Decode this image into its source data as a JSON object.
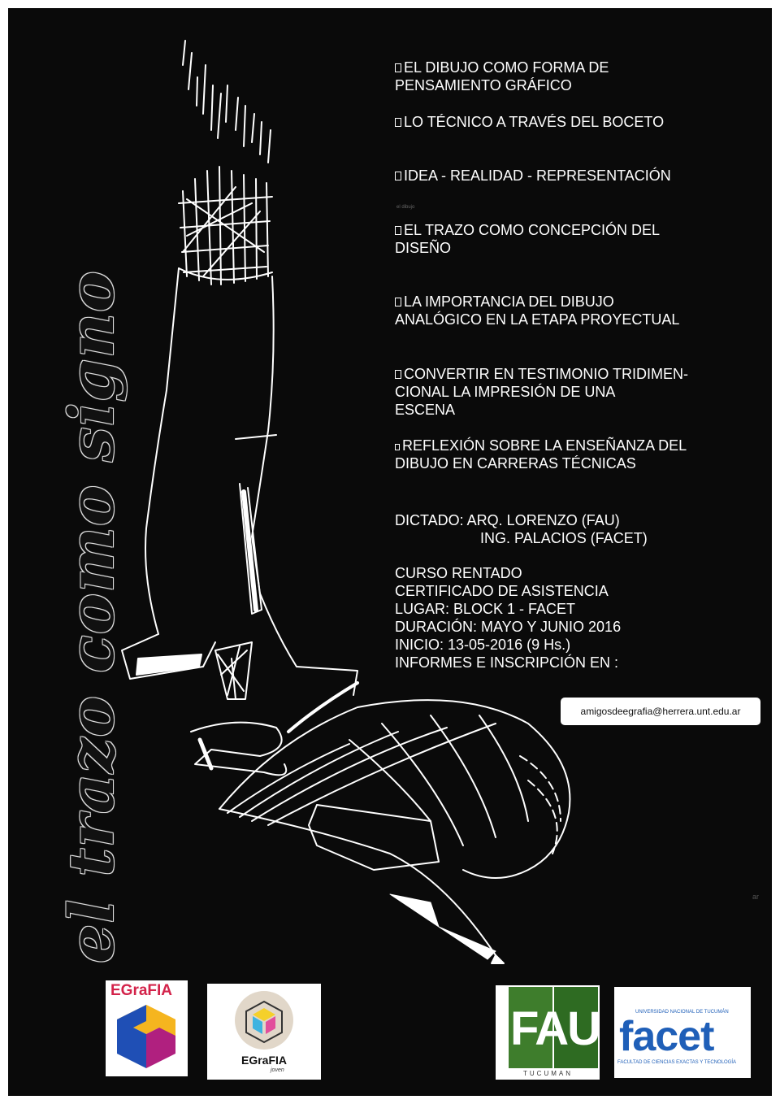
{
  "poster": {
    "vertical_title": "el trazo como signo",
    "topics": [
      {
        "l1": "EL DIBUJO COMO FORMA DE",
        "l2": "PENSAMIENTO GRÁFICO",
        "l3": ""
      },
      {
        "l1": "LO TÉCNICO A TRAVÉS DEL BOCETO",
        "l2": "",
        "l3": ""
      },
      {
        "l1": "IDEA - REALIDAD - REPRESENTACIÓN",
        "l2": "",
        "l3": ""
      },
      {
        "l1": "EL TRAZO COMO CONCEPCIÓN DEL",
        "l2": "DISEÑO",
        "l3": ""
      },
      {
        "l1": "LA IMPORTANCIA DEL DIBUJO",
        "l2": "ANALÓGICO EN LA ETAPA  PROYECTUAL",
        "l3": ""
      },
      {
        "l1": "CONVERTIR EN TESTIMONIO TRIDIMEN-",
        "l2": "CIONAL LA IMPRESIÓN DE UNA",
        "l3": "ESCENA"
      },
      {
        "l1": "REFLEXIÓN SOBRE LA ENSEÑANZA DEL",
        "l2": "DIBUJO EN CARRERAS TÉCNICAS",
        "l3": ""
      }
    ],
    "tiny_note": "el dibujo",
    "tiny_ar": "ar",
    "dictado": {
      "line1": "DICTADO:  ARQ. LORENZO (FAU)",
      "line2": "ING.  PALACIOS (FACET)"
    },
    "details": [
      "CURSO RENTADO",
      "CERTIFICADO DE ASISTENCIA",
      "LUGAR: BLOCK 1 -  FACET",
      "DURACIÓN: MAYO Y JUNIO 2016",
      "INICIO: 13-05-2016 (9 Hs.)",
      "INFORMES E INSCRIPCIÓN EN :"
    ],
    "email": "amigosdeegrafia@herrera.unt.edu.ar"
  },
  "logos": {
    "egrafia": "EGraFIA",
    "egrafia_joven": "EGraFIA",
    "egrafia_joven_sub": "joven",
    "fau": "FAU",
    "fau_sub": "TUCUMAN",
    "facet_top": "UNIVERSIDAD NACIONAL DE TUCUMÁN",
    "facet": "facet",
    "facet_bottom": "FACULTAD DE CIENCIAS EXACTAS Y TECNOLOGÍA"
  },
  "colors": {
    "background": "#0a0a0a",
    "text": "#ffffff",
    "egrafia_red": "#d3234a",
    "cube_blue": "#1f4fb5",
    "cube_yellow": "#f5b51f",
    "cube_magenta": "#b0207f",
    "fau_green": "#3e7d2c",
    "facet_blue": "#1f5fb8"
  }
}
